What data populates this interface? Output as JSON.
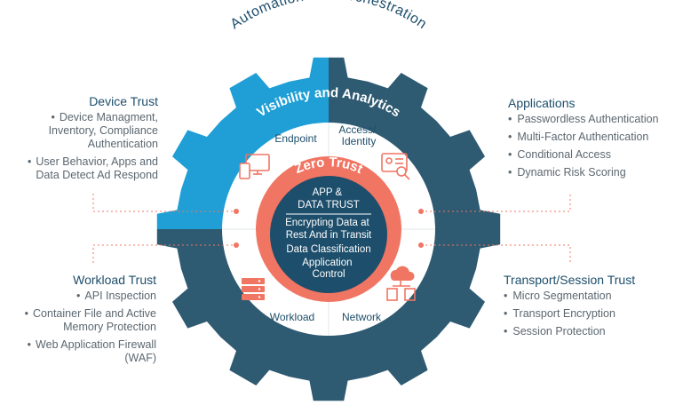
{
  "arc_title": "Automation and Orchestration",
  "ring_title": "Visibility and Analytics",
  "center_title": "Zero Trust",
  "quadrants": {
    "endpoint": "Endpoint",
    "access": [
      "Access/",
      "Identity"
    ],
    "workload": "Workload",
    "network": "Network"
  },
  "center": {
    "app_trust": [
      "APP &",
      "DATA TRUST"
    ],
    "encrypting": [
      "Encrypting Data at",
      "Rest And in Transit"
    ],
    "classification": "Data Classification",
    "app_control": [
      "Application",
      "Control"
    ]
  },
  "panels": {
    "device": {
      "title": "Device Trust",
      "items": [
        "Device Managment, Inventory, Compliance Authentication",
        "User Behavior, Apps and Data Detect Ad Respond"
      ]
    },
    "applications": {
      "title": "Applications",
      "items": [
        "Passwordless Authentication",
        "Multi-Factor Authentication",
        "Conditional Access",
        "Dynamic Risk Scoring"
      ]
    },
    "workload": {
      "title": "Workload Trust",
      "items": [
        "API Inspection",
        "Container File and Active Memory Protection",
        "Web Application Firewall (WAF)"
      ]
    },
    "transport": {
      "title": "Transport/Session Trust",
      "items": [
        "Micro Segmentation",
        "Transport Encryption",
        "Session Protection"
      ]
    }
  },
  "colors": {
    "gear_dark": "#2e5a72",
    "gear_light": "#1f9fd6",
    "coral": "#f07563",
    "navy": "#1d4e6b",
    "text_gray": "#5b6770"
  }
}
